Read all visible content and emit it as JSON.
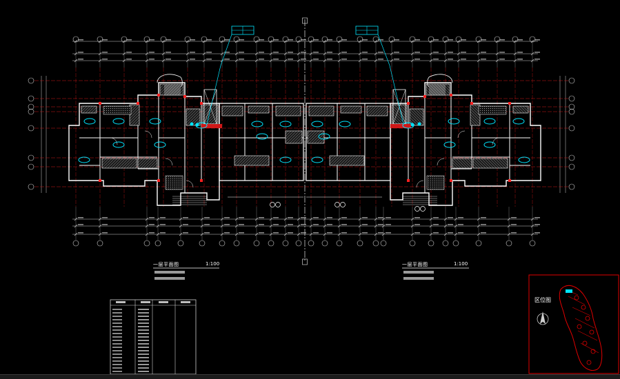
{
  "left_plan": {
    "title": "一层平面图",
    "scale": "1:100"
  },
  "right_plan": {
    "title": "一层平面图",
    "scale": "1:100"
  },
  "key_plan": {
    "label": "区位图"
  },
  "colors": {
    "background": "#000000",
    "wall": "#ffffff",
    "axis": "#d01818",
    "fixture": "#00e5ff",
    "dimension": "#cfcfcf",
    "keyplan_border": "#e00000",
    "hatch": "#8a8a8a"
  },
  "icons": [
    "north-arrow-icon"
  ]
}
